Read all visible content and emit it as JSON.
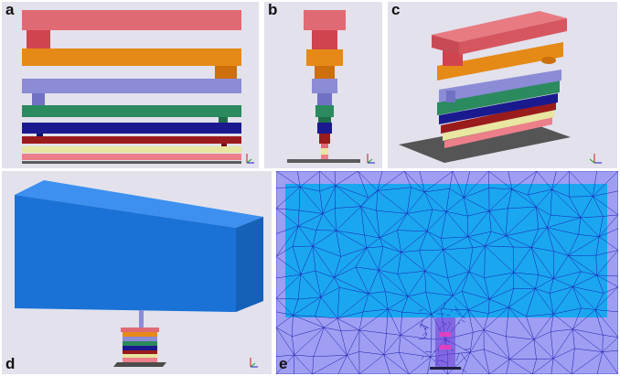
{
  "panels": [
    {
      "label": "a"
    },
    {
      "label": "b"
    },
    {
      "label": "c"
    },
    {
      "label": "d"
    },
    {
      "label": "e"
    }
  ],
  "axis_triad": {
    "z_label": "z",
    "x_label": "x",
    "y_label": "y"
  },
  "colors": {
    "panel_background": "#e2e1ec",
    "mesh_background": "#9f9ef2",
    "mesh_lines": "#1c1cb0",
    "block": "#1a72d6",
    "layer_red": "#e06a73",
    "layer_orange": "#e58a17",
    "layer_lavender": "#8b8bd6",
    "layer_green": "#2b8a5e",
    "layer_navy": "#1a1a8e",
    "layer_darkred": "#9a1b1b",
    "layer_cream": "#e8e6a0",
    "layer_pink": "#ec7f8a",
    "base": "#5b5b5b"
  }
}
